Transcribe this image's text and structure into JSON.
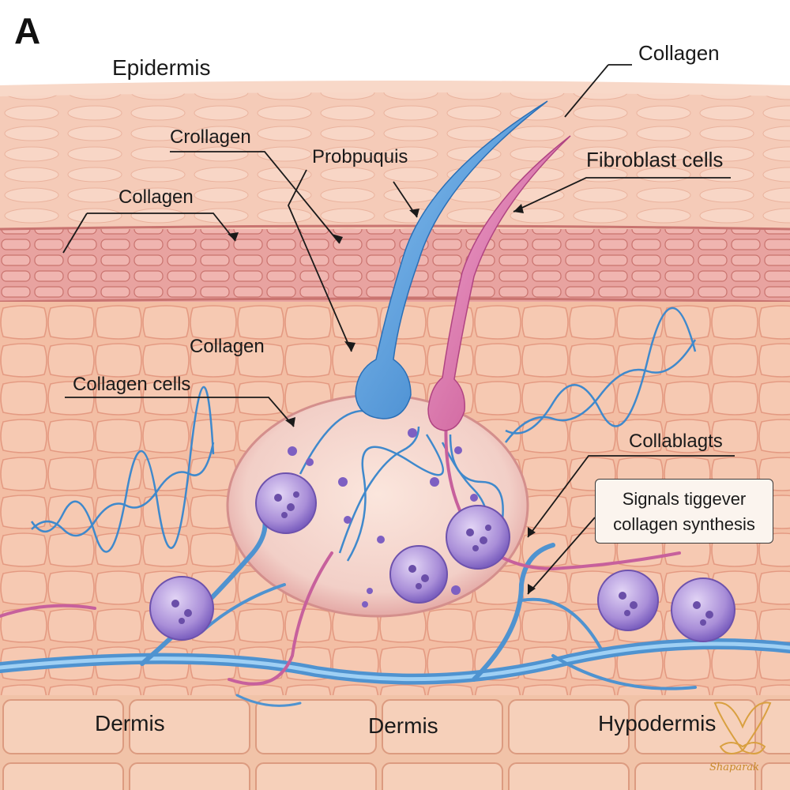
{
  "panel_label": "A",
  "labels": {
    "epidermis": "Epidermis",
    "collagen_top_right": "Collagen",
    "crollagen": "Crollagen",
    "probpuquis": "Probpuquis",
    "fibroblast_cells": "Fibroblast cells",
    "collagen_left": "Collagen",
    "collagen_mid": "Collagen",
    "collagen_cells": "Collagen cells",
    "collablagts": "Collablagts",
    "callout_line1": "Signals tiggever",
    "callout_line2": "collagen synthesis",
    "dermis_left": "Dermis",
    "dermis_center": "Dermis",
    "hypodermis": "Hypodermis"
  },
  "watermark": "Shaparak",
  "colors": {
    "skin_surface": "#f2c1a8",
    "skin_light": "#f7d3c0",
    "skin_band": "#e9a7a0",
    "cell_outline": "#e2998a",
    "nerve_blue": "#5d9fd6",
    "fiber_pink": "#d46aa2",
    "cell_purple": "#a58ad6",
    "nucleus_purple": "#6a4ea8",
    "logo_gold": "#d9a040"
  }
}
